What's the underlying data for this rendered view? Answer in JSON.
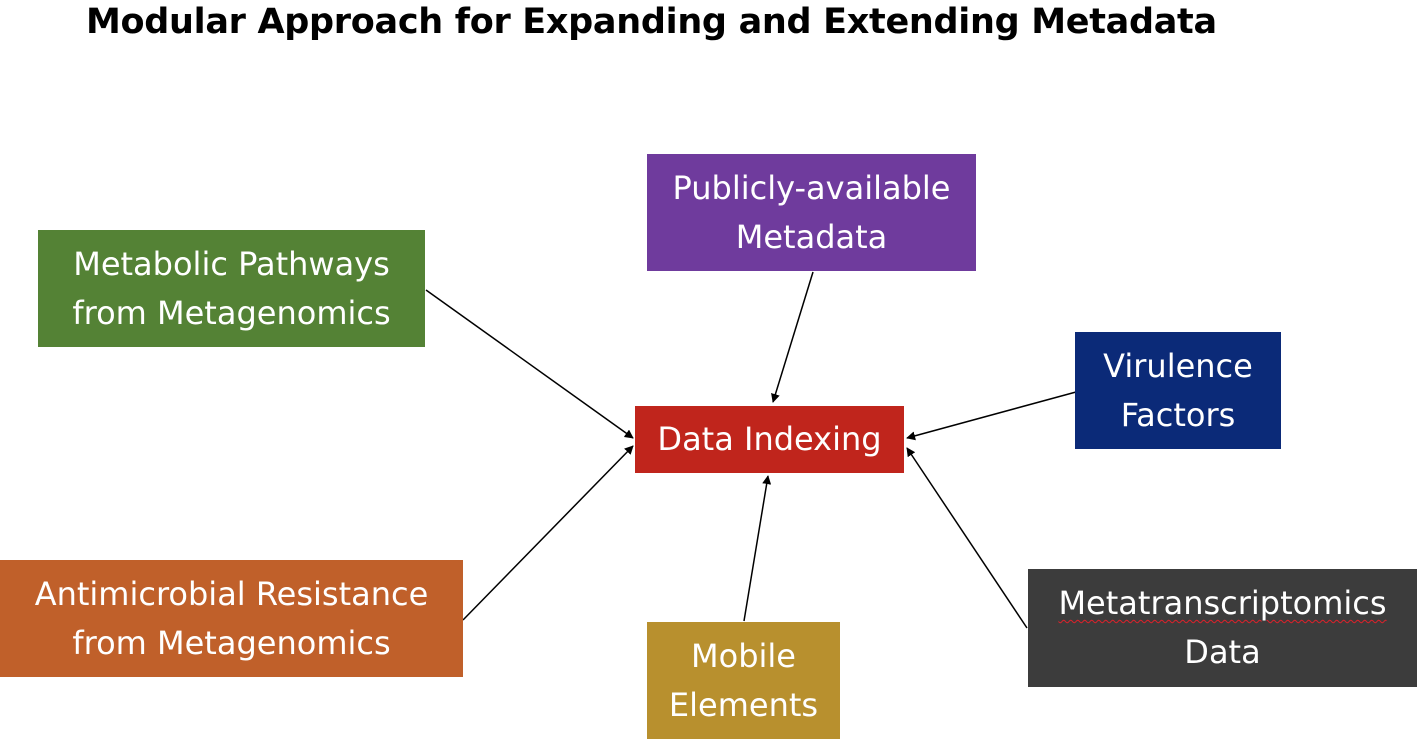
{
  "title": "Modular Approach for Expanding and Extending Metadata",
  "center": {
    "label": "Data Indexing",
    "color": "#c0251c"
  },
  "modules": [
    {
      "id": "publicly-available-metadata",
      "lines": [
        "Publicly-available",
        "Metadata"
      ],
      "color": "#6f3b9d"
    },
    {
      "id": "metabolic-pathways",
      "lines": [
        "Metabolic Pathways",
        "from Metagenomics"
      ],
      "color": "#548235"
    },
    {
      "id": "virulence-factors",
      "lines": [
        "Virulence",
        "Factors"
      ],
      "color": "#0b2a78"
    },
    {
      "id": "antimicrobial-resistance",
      "lines": [
        "Antimicrobial Resistance",
        "from Metagenomics"
      ],
      "color": "#c0602a"
    },
    {
      "id": "mobile-elements",
      "lines": [
        "Mobile",
        "Elements"
      ],
      "color": "#b8902e"
    },
    {
      "id": "metatranscriptomics-data",
      "lines": [
        "Metatranscriptomics",
        "Data"
      ],
      "color": "#3c3c3c"
    }
  ]
}
